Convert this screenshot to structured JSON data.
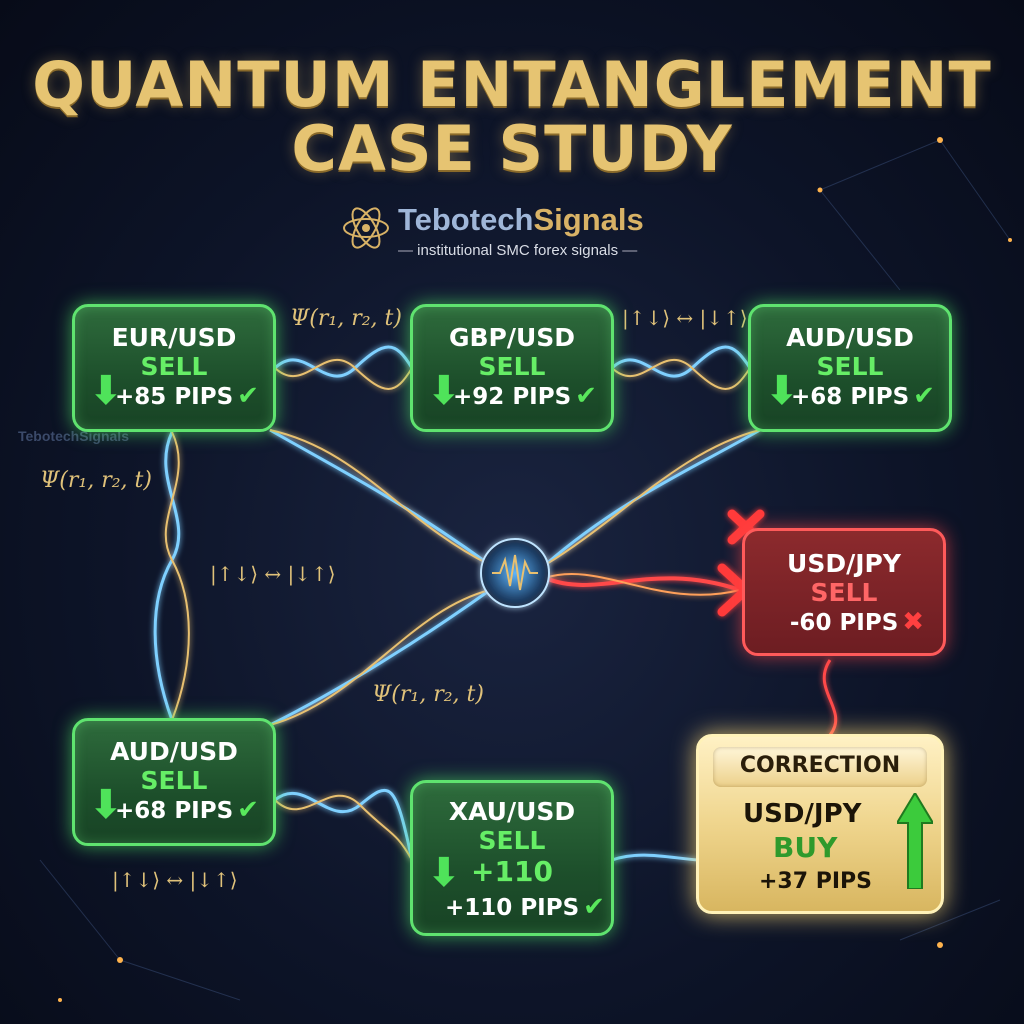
{
  "title": {
    "line1": "QUANTUM ENTANGLEMENT",
    "line2": "CASE STUDY"
  },
  "brand": {
    "name_part1": "Tebotech",
    "name_part2": "Signals",
    "tagline": "institutional SMC forex signals",
    "watermark": "TebotechSignals"
  },
  "formulas": {
    "psi": "Ψ(r₁, r₂, t)",
    "ket": "|↑↓⟩ ↔ |↓↑⟩"
  },
  "cards": {
    "eurusd": {
      "pair": "EUR/USD",
      "direction": "SELL",
      "pips": "+85 PIPS"
    },
    "gbpusd": {
      "pair": "GBP/USD",
      "direction": "SELL",
      "pips": "+92 PIPS"
    },
    "audusd_top": {
      "pair": "AUD/USD",
      "direction": "SELL",
      "pips": "+68 PIPS"
    },
    "usdjpy_loss": {
      "pair": "USD/JPY",
      "direction": "SELL",
      "pips": "-60 PIPS"
    },
    "audusd_bottom": {
      "pair": "AUD/USD",
      "direction": "SELL",
      "pips": "+68 PIPS"
    },
    "xauusd": {
      "pair": "XAU/USD",
      "direction": "SELL",
      "big_value": "+110",
      "pips": "+110 PIPS"
    },
    "correction": {
      "label": "CORRECTION",
      "pair": "USD/JPY",
      "direction": "BUY",
      "pips": "+37 PIPS"
    }
  },
  "colors": {
    "gold": "#e6c472",
    "profit_green": "#5fe36f",
    "loss_red": "#ff4a4a",
    "wave_blue": "#6fc4ff"
  },
  "icons": [
    "atom-icon",
    "arrow-down-icon",
    "check-icon",
    "x-icon",
    "arrow-up-icon",
    "quantum-core-icon"
  ]
}
